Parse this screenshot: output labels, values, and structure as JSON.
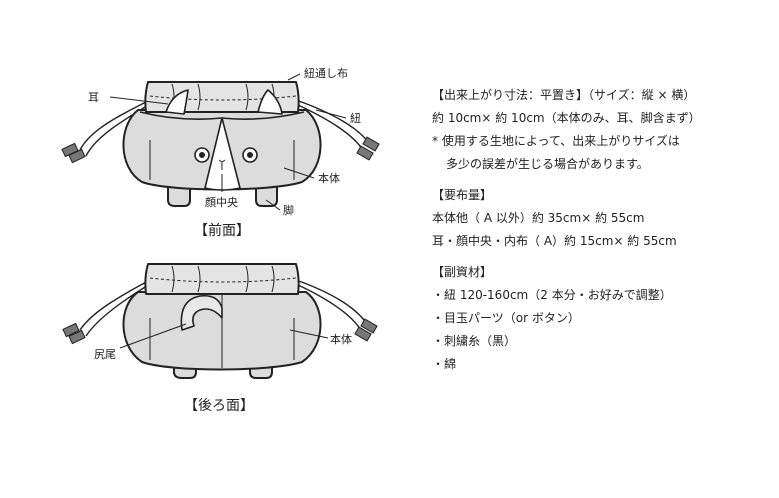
{
  "front": {
    "caption": "【前面】",
    "labels": {
      "ear": "耳",
      "cord_casing": "紐通し布",
      "cord": "紐",
      "body": "本体",
      "face_center": "顔中央",
      "legs": "脚"
    }
  },
  "back": {
    "caption": "【後ろ面】",
    "labels": {
      "tail": "尻尾",
      "body": "本体"
    }
  },
  "specs": {
    "size_heading": "【出来上がり寸法：平置き】（サイズ：縦 × 横）",
    "size_value": "約 10cm× 約 10cm（本体のみ、耳、脚含まず）",
    "size_note_1": "* 使用する生地によって、出来上がりサイズは",
    "size_note_2": "多少の誤差が生じる場合があります。",
    "fabric_heading": "【要布量】",
    "fabric_1": "本体他（ A 以外）約 35cm× 約 55cm",
    "fabric_2": "耳・顔中央・内布（ A）約 15cm× 約 55cm",
    "materials_heading": "【副資材】",
    "material_1": "・紐 120-160cm（2 本分・お好みで調整）",
    "material_2": "・目玉パーツ（or ボタン）",
    "material_3": "・刺繍糸（黒）",
    "material_4": "・綿"
  }
}
